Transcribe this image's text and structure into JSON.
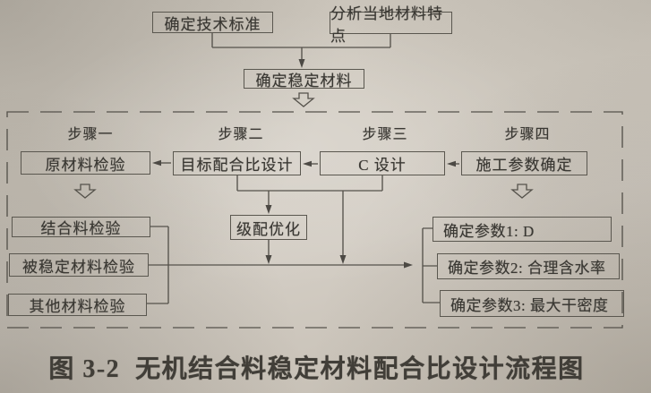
{
  "figure": {
    "caption": "图 3-2  无机结合料稳定材料配合比设计流程图"
  },
  "flowchart": {
    "pre": {
      "tech": "确定技术标准",
      "local": "分析当地材料特点",
      "stable": "确定稳定材料"
    },
    "steps": {
      "s1_label": "步骤一",
      "s1_box": "原材料检验",
      "s2_label": "步骤二",
      "s2_box": "目标配合比设计",
      "s3_label": "步骤三",
      "s3_box": "C 设计",
      "s4_label": "步骤四",
      "s4_box": "施工参数确定"
    },
    "tests": {
      "binder": "结合料检验",
      "stabilized": "被稳定材料检验",
      "other": "其他材料检验"
    },
    "grading": "级配优化",
    "params": {
      "p1": "确定参数1: D",
      "p2": "确定参数2: 合理含水率",
      "p3": "确定参数3: 最大干密度"
    }
  },
  "colors": {
    "paper": "#cdc7bd",
    "line": "#55524b",
    "text": "#3a3833"
  }
}
